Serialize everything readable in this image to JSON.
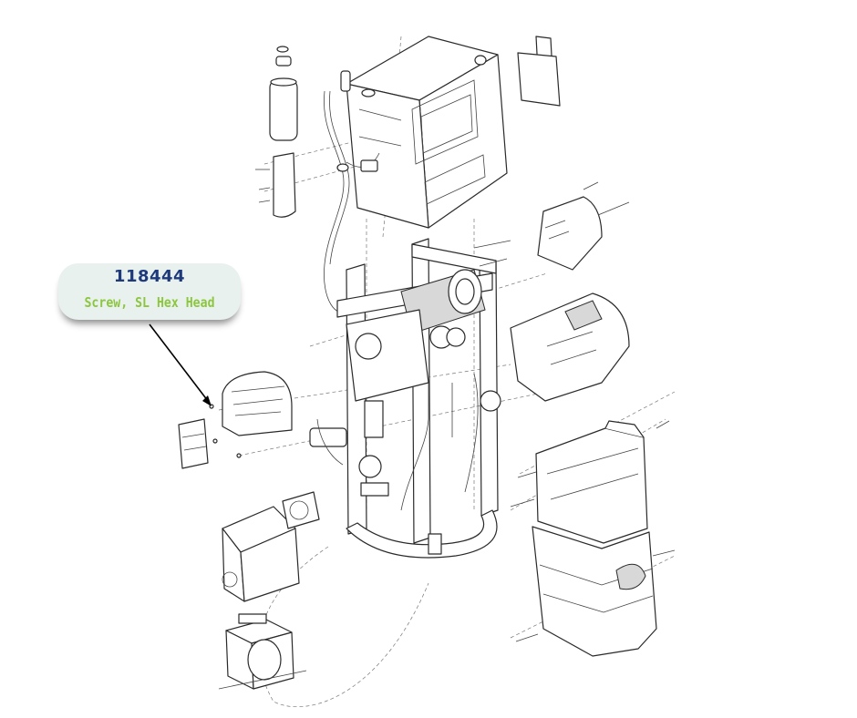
{
  "callout": {
    "part_number": "118444",
    "description": "Screw, SL Hex Head",
    "colors": {
      "part_number": "#1e3a7a",
      "description": "#8cc63e",
      "bubble": "#e8f1ee",
      "pointer": "#000000"
    }
  },
  "drawing": {
    "style": "exploded assembly line drawing"
  }
}
